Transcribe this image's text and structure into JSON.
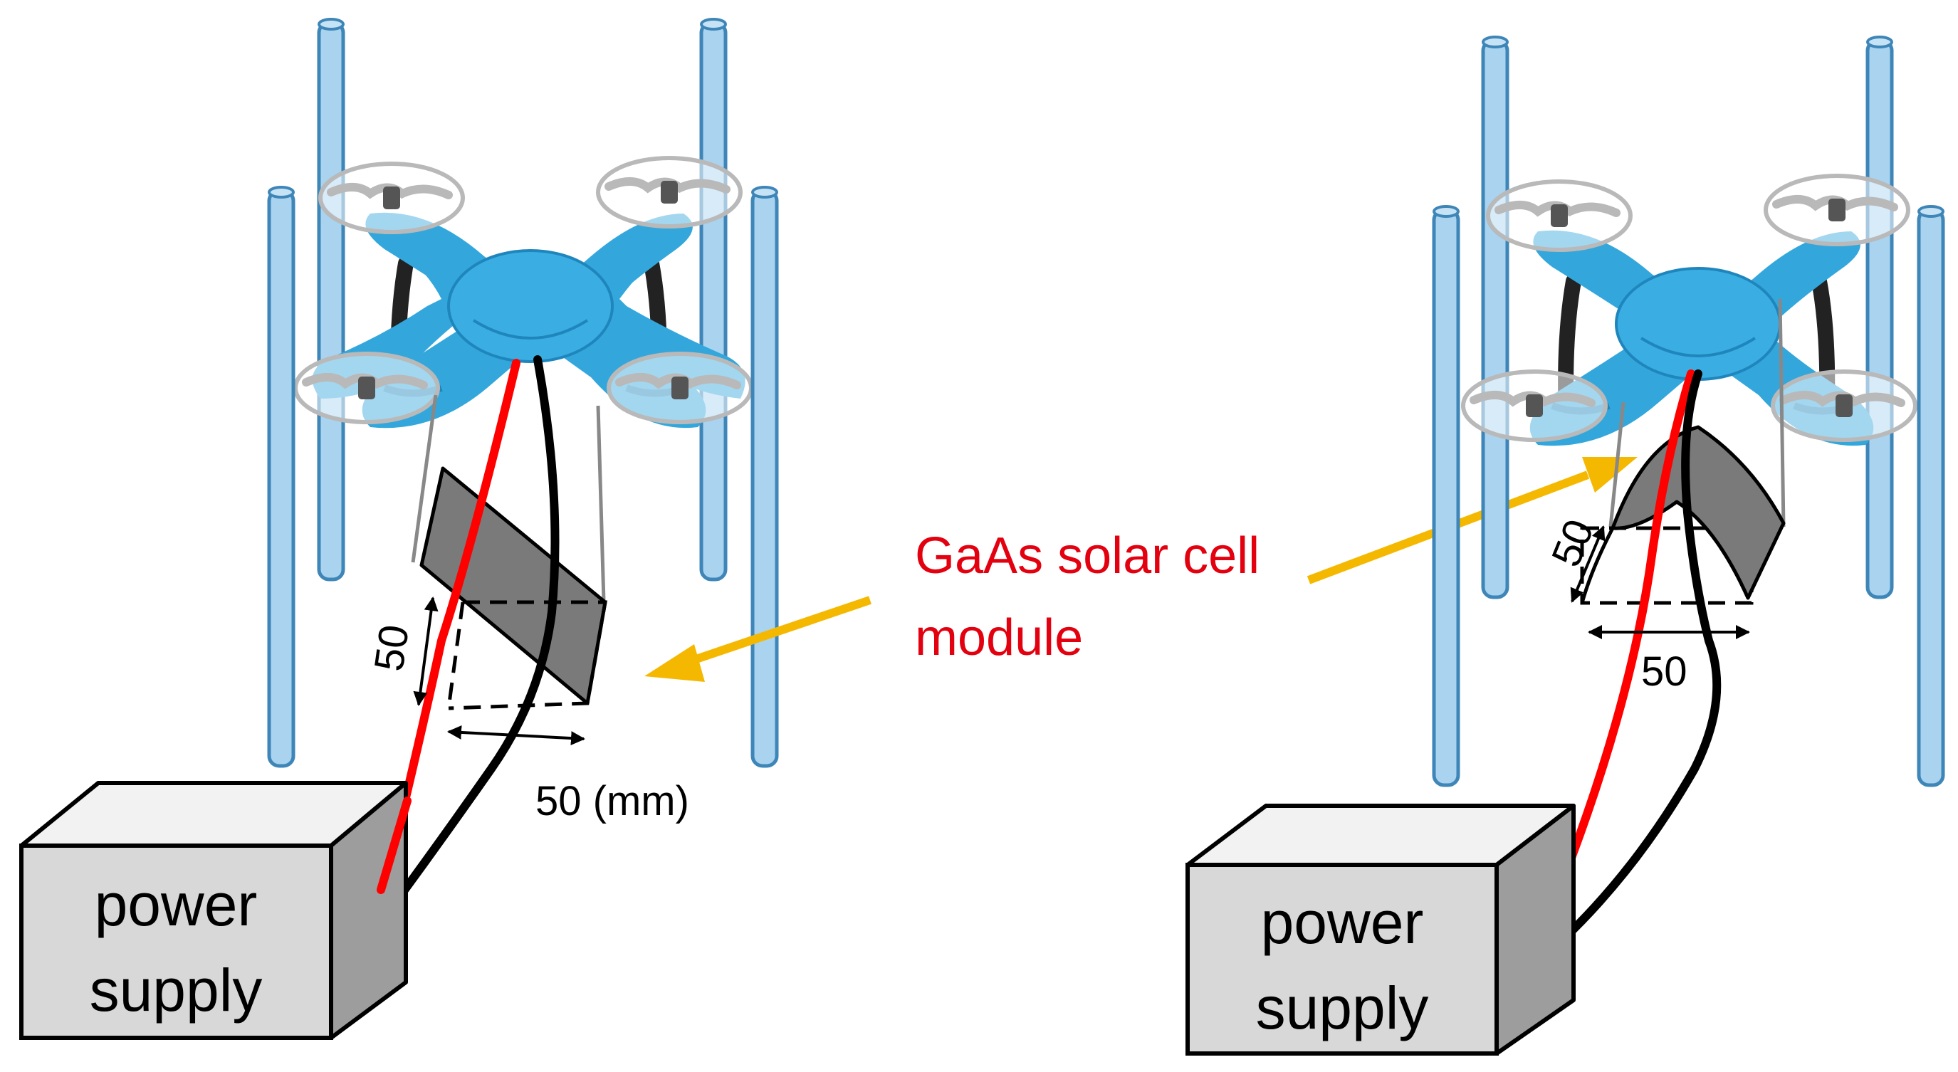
{
  "callout": {
    "line1": "GaAs solar cell",
    "line2": "module",
    "color": "#e3000f"
  },
  "left_setup": {
    "supply_line1": "power",
    "supply_line2": "supply",
    "dim_vertical": "50",
    "dim_horizontal": "50 (mm)"
  },
  "right_setup": {
    "supply_line1": "power",
    "supply_line2": "supply",
    "dim_vertical": "50",
    "dim_horizontal": "50"
  },
  "colors": {
    "pole_fill": "#a9d3ef",
    "pole_stroke": "#3f86b8",
    "drone_body": "#33a7dc",
    "drone_dark": "#1f86bd",
    "panel": "#7a7a7a",
    "wire_positive": "#ff0000",
    "wire_negative": "#000000",
    "arrow": "#f5b800",
    "supply_front": "#d8d8d8",
    "supply_side": "#9d9d9d",
    "supply_top": "#f2f2f2"
  }
}
